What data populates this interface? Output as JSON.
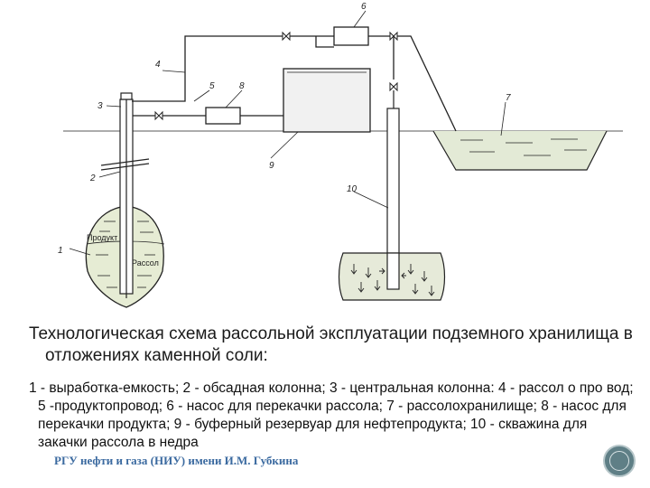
{
  "diagram": {
    "labels": {
      "n1": "1",
      "n2": "2",
      "n3": "3",
      "n4": "4",
      "n5": "5",
      "n6": "6",
      "n7": "7",
      "n8": "8",
      "n9": "9",
      "n10": "10"
    },
    "product_label": "Продукт",
    "brine_label": "Рассол"
  },
  "caption": {
    "title": "Технологическая схема рассольной эксплуатации подземного хранилища в отложениях каменной соли:",
    "legend": "1 - выработка-емкость; 2 - обсадная колонна; 3 - центральная колонна: 4 - рассол о про вод; 5 -продуктопровод; 6 - насос для перекачки рассола; 7 - рассолохранилище; 8 - насос для перекачки продукта; 9 - буферный резервуар для нефтепродукта; 10 - скважина для закачки рассола в недра"
  },
  "footer": {
    "text": "РГУ нефти и газа (НИУ) имени И.М. Губкина"
  },
  "nav": {
    "icon": "circle-nav-icon"
  }
}
